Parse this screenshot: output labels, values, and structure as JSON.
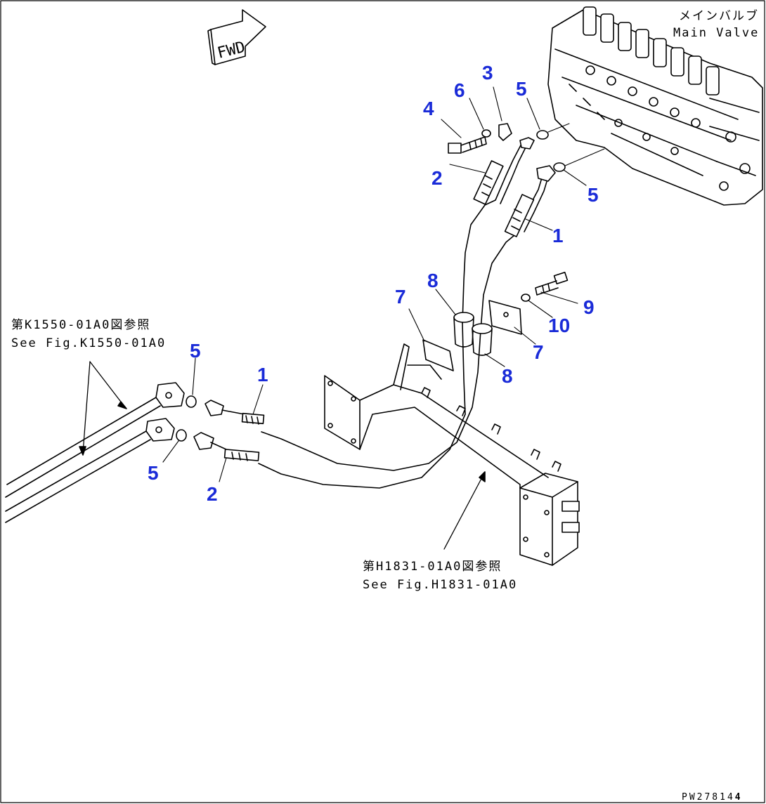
{
  "fwd_arrow": {
    "label": "FWD"
  },
  "main_valve": {
    "label_jp": "メインバルブ",
    "label_en": "Main Valve"
  },
  "references": [
    {
      "jp": "第K1550-01A0図参照",
      "en": "See Fig.K1550-01A0"
    },
    {
      "jp": "第H1831-01A0図参照",
      "en": "See Fig.H1831-01A0"
    }
  ],
  "callouts": [
    "1",
    "2",
    "3",
    "4",
    "5",
    "6",
    "7",
    "8",
    "9",
    "10"
  ],
  "sheet_code": {
    "prefix": "PW27814",
    "suffix": "4"
  }
}
